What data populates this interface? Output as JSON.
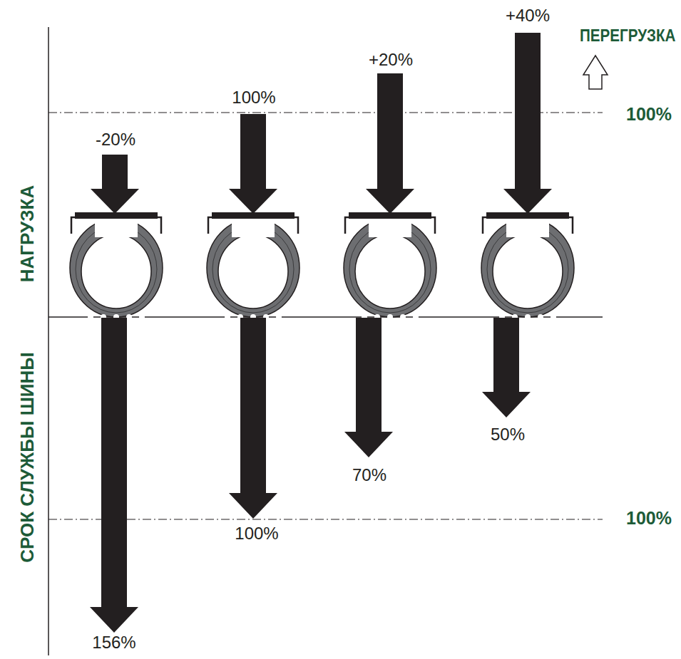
{
  "diagram": {
    "labels": [
      "+40%",
      "ПЕРЕГРУЗКА",
      "+20%",
      "100%",
      "100%",
      "-20%",
      "НАГРУЗКА",
      "СРОК СЛУЖБЫ ШИНЫ",
      "50%",
      "70%",
      "100%",
      "100%",
      "156%"
    ]
  }
}
